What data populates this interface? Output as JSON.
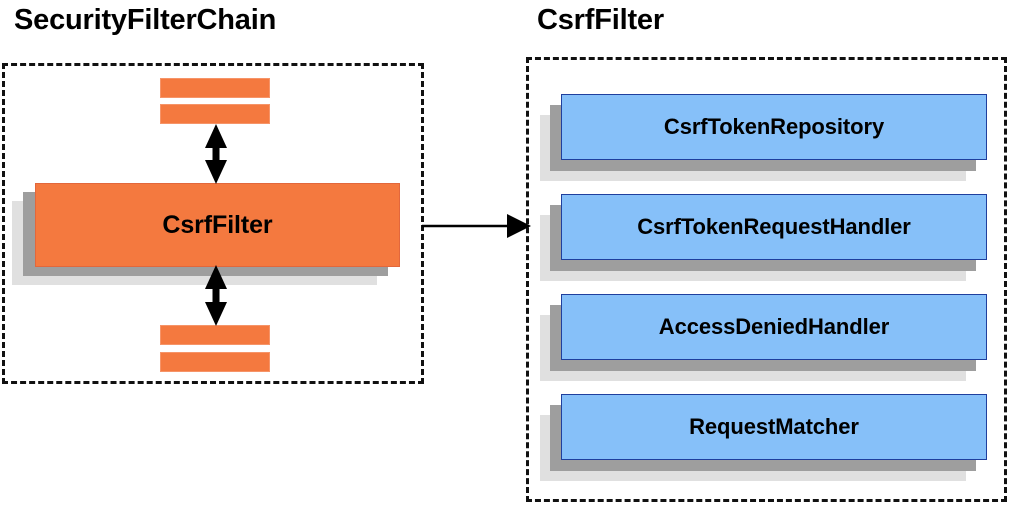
{
  "diagram": {
    "type": "component-relationship-diagram",
    "background_color": "#ffffff",
    "panels": [
      {
        "id": "security-filter-chain",
        "title": "SecurityFilterChain",
        "border_style": "dashed",
        "border_color": "#111111"
      },
      {
        "id": "csrf-filter",
        "title": "CsrfFilter",
        "border_style": "dashed",
        "border_color": "#111111"
      }
    ]
  },
  "left_panel": {
    "title": "SecurityFilterChain",
    "main_node": {
      "label": "CsrfFilter",
      "fill_color": "#f4793f",
      "border_color": "#e2673c",
      "shadow_near_color": "#9e9e9e",
      "shadow_far_color": "#e0e0e0"
    },
    "filter_bars": [
      {
        "id": "filter-bar-above-1",
        "label": "",
        "fill_color": "#f4793f"
      },
      {
        "id": "filter-bar-above-2",
        "label": "",
        "fill_color": "#f4793f"
      },
      {
        "id": "filter-bar-below-1",
        "label": "",
        "fill_color": "#f4793f"
      },
      {
        "id": "filter-bar-below-2",
        "label": "",
        "fill_color": "#f4793f"
      }
    ],
    "connectors": [
      {
        "id": "connector-upper",
        "style": "double-headed-vertical-arrow",
        "color": "#000000"
      },
      {
        "id": "connector-lower",
        "style": "double-headed-vertical-arrow",
        "color": "#000000"
      }
    ]
  },
  "right_panel": {
    "title": "CsrfFilter",
    "collaborators": [
      {
        "label": "CsrfTokenRepository",
        "fill_color": "#86c0f9",
        "border_color": "#1f3f9e"
      },
      {
        "label": "CsrfTokenRequestHandler",
        "fill_color": "#86c0f9",
        "border_color": "#1f3f9e"
      },
      {
        "label": "AccessDeniedHandler",
        "fill_color": "#86c0f9",
        "border_color": "#1f3f9e"
      },
      {
        "label": "RequestMatcher",
        "fill_color": "#86c0f9",
        "border_color": "#1f3f9e"
      }
    ]
  },
  "cross_panel_connector": {
    "id": "expand-arrow",
    "style": "single-headed-horizontal-arrow",
    "color": "#000000",
    "from": "security-filter-chain",
    "to": "csrf-filter"
  },
  "colors": {
    "orange": "#f4793f",
    "orange_border": "#e2673c",
    "blue": "#86c0f9",
    "blue_border": "#1f3f9e",
    "shadow_near": "#9e9e9e",
    "shadow_far": "#e0e0e0",
    "ink": "#000000",
    "background": "#ffffff"
  }
}
